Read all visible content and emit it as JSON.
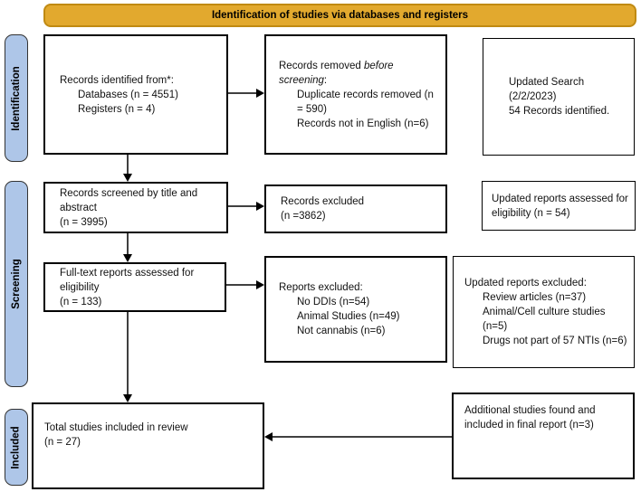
{
  "banner": {
    "title": "Identification of studies via databases and registers"
  },
  "stages": {
    "identification": "Identification",
    "screening": "Screening",
    "included": "Included"
  },
  "colors": {
    "banner_fill": "#E2A92E",
    "banner_border": "#C08A12",
    "stage_fill": "#AEC6E8",
    "stage_border": "#333333",
    "box_border": "#000000",
    "box_fill": "#FFFFFF",
    "arrow": "#000000"
  },
  "boxes": {
    "records_identified": {
      "title": "Records identified from*:",
      "items": [
        "Databases (n = 4551)",
        "Registers (n = 4)"
      ]
    },
    "records_removed": {
      "lead_normal": "Records removed ",
      "lead_italic": "before",
      "lead2_italic": "screening",
      "lead2_suffix": ":",
      "items": [
        "Duplicate records removed (n = 590)",
        "Records not in English (n=6)"
      ]
    },
    "updated_search": {
      "lines": [
        "Updated Search",
        "(2/2/2023)",
        "54 Records identified."
      ]
    },
    "records_screened": {
      "lines": [
        "Records screened by title and abstract",
        "(n = 3995)"
      ]
    },
    "records_excluded": {
      "lines": [
        "Records excluded",
        "(n =3862)"
      ]
    },
    "updated_assessed": {
      "lines": [
        "Updated reports assessed for eligibility (n = 54)"
      ]
    },
    "fulltext_assessed": {
      "lines": [
        "Full-text reports assessed for eligibility",
        "(n = 133)"
      ]
    },
    "reports_excluded": {
      "title": "Reports excluded:",
      "items": [
        "No DDIs (n=54)",
        "Animal Studies (n=49)",
        "Not cannabis (n=6)"
      ]
    },
    "updated_excluded": {
      "title": "Updated reports excluded:",
      "items": [
        "Review articles (n=37)",
        "Animal/Cell culture studies (n=5)",
        "Drugs not part of 57 NTIs (n=6)"
      ]
    },
    "total_included": {
      "lines": [
        "Total studies included in review",
        "(n = 27)"
      ]
    },
    "additional_studies": {
      "lines": [
        "Additional studies found and included in final report (n=3)"
      ]
    }
  }
}
